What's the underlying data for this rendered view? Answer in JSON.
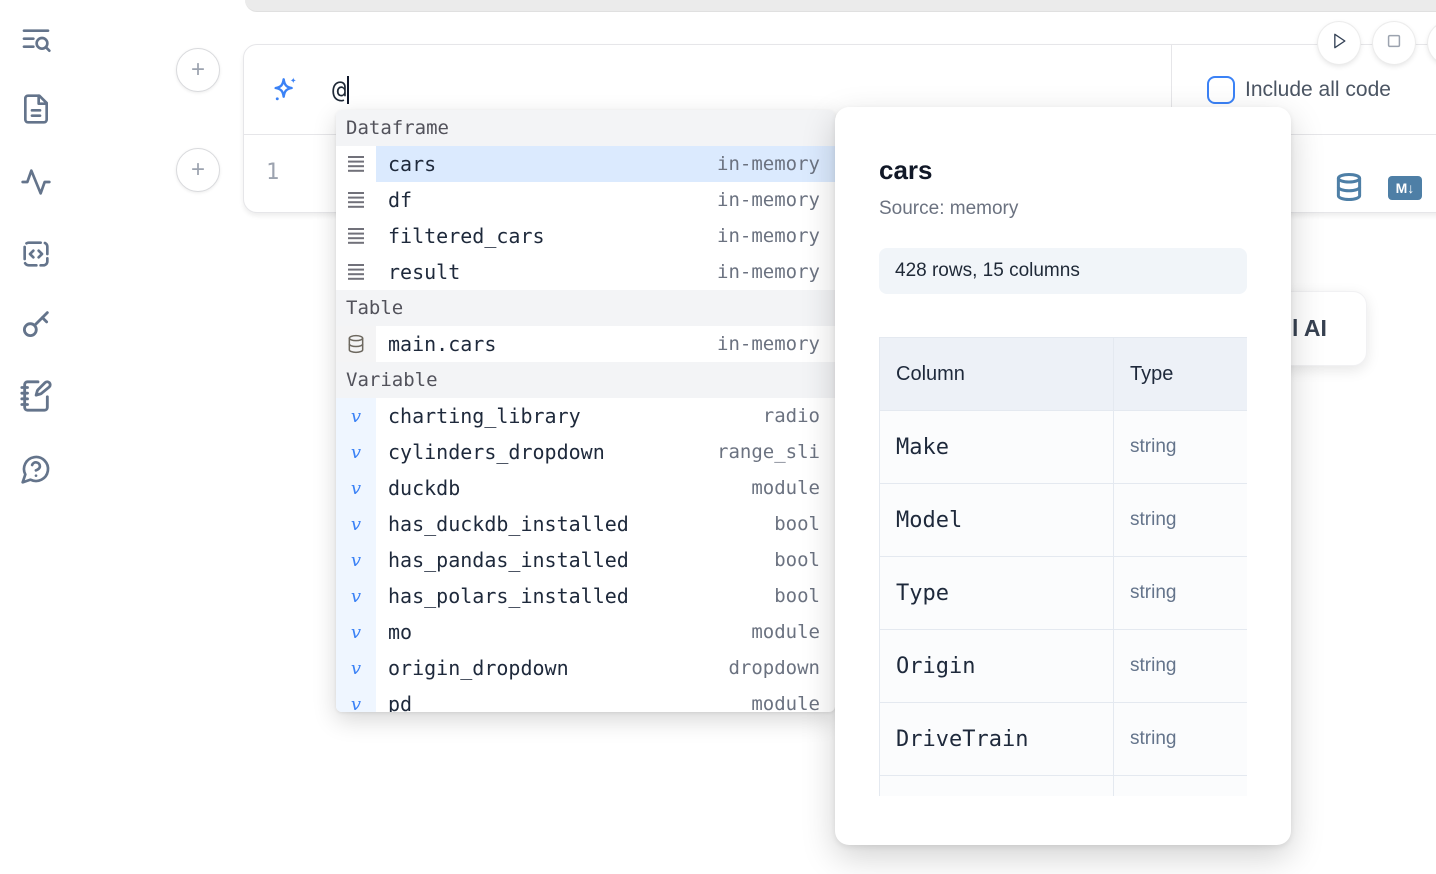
{
  "colors": {
    "accent_blue": "#3b82f6",
    "steel_blue": "#4e7fa6",
    "selection": "#dbeafe",
    "icon_slate": "#64748b"
  },
  "sidebar": {
    "icons": [
      "text-search-icon",
      "file-document-icon",
      "activity-icon",
      "code-snippets-icon",
      "key-icon",
      "notebook-pen-icon",
      "help-chat-icon"
    ]
  },
  "ai_cell": {
    "input_value": "@",
    "include_all_code": {
      "label": "Include all code",
      "checked": false
    }
  },
  "code_cell": {
    "line_number": "1",
    "markdown_badge": "M↓"
  },
  "ai_card": {
    "visible_label_fragment": "l AI"
  },
  "autocomplete": {
    "sections": [
      {
        "label": "Dataframe",
        "items": [
          {
            "icon": "dataframe-icon",
            "name": "cars",
            "type": "in-memory",
            "selected": true
          },
          {
            "icon": "dataframe-icon",
            "name": "df",
            "type": "in-memory"
          },
          {
            "icon": "dataframe-icon",
            "name": "filtered_cars",
            "type": "in-memory"
          },
          {
            "icon": "dataframe-icon",
            "name": "result",
            "type": "in-memory"
          }
        ]
      },
      {
        "label": "Table",
        "items": [
          {
            "icon": "database-icon",
            "name": "main.cars",
            "type": "in-memory"
          }
        ]
      },
      {
        "label": "Variable",
        "items": [
          {
            "icon": "variable-icon",
            "name": "charting_library",
            "type": "radio"
          },
          {
            "icon": "variable-icon",
            "name": "cylinders_dropdown",
            "type": "range_sli"
          },
          {
            "icon": "variable-icon",
            "name": "duckdb",
            "type": "module"
          },
          {
            "icon": "variable-icon",
            "name": "has_duckdb_installed",
            "type": "bool"
          },
          {
            "icon": "variable-icon",
            "name": "has_pandas_installed",
            "type": "bool"
          },
          {
            "icon": "variable-icon",
            "name": "has_polars_installed",
            "type": "bool"
          },
          {
            "icon": "variable-icon",
            "name": "mo",
            "type": "module"
          },
          {
            "icon": "variable-icon",
            "name": "origin_dropdown",
            "type": "dropdown"
          },
          {
            "icon": "variable-icon",
            "name": "pd",
            "type": "module",
            "partial": true
          }
        ]
      }
    ]
  },
  "preview": {
    "title": "cars",
    "source": "Source: memory",
    "shape": "428 rows, 15 columns",
    "table": {
      "headers": [
        "Column",
        "Type"
      ],
      "rows": [
        [
          "Make",
          "string"
        ],
        [
          "Model",
          "string"
        ],
        [
          "Type",
          "string"
        ],
        [
          "Origin",
          "string"
        ],
        [
          "DriveTrain",
          "string"
        ],
        [
          "",
          ""
        ]
      ]
    }
  }
}
